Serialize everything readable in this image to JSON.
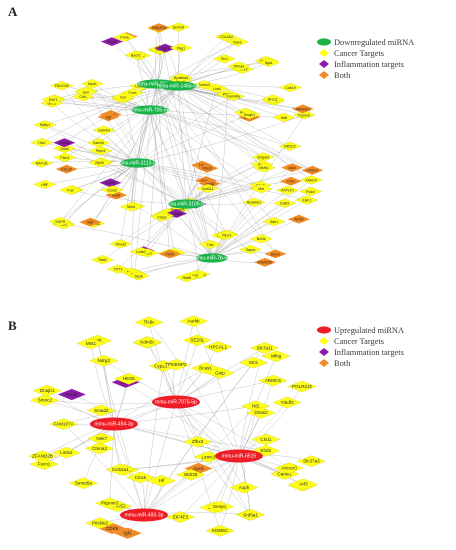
{
  "panel_a": {
    "label": "A",
    "legend": [
      {
        "shape": "ellipse",
        "color": "#19b34a",
        "text": "Downregulated  miRNA"
      },
      {
        "shape": "diamond",
        "color": "#ffff1a",
        "text": "Cancer Targets"
      },
      {
        "shape": "diamond",
        "color": "#8e1aa8",
        "text": "Inflammation targets"
      },
      {
        "shape": "diamond",
        "color": "#f08a24",
        "text": "Both"
      }
    ],
    "hubs": [
      "mmu-miR-200c-3p",
      "mmu-miR-146b-5p",
      "mmu-miR-705-5p",
      "mmu-miR-3113-5p",
      "mmu-miR-3105-5p",
      "mmu-miR-7b-5p"
    ],
    "nodes": [
      {
        "t": "Tle4",
        "k": "b"
      },
      {
        "t": "Prkcd",
        "k": "b"
      },
      {
        "t": "Ptpn1",
        "k": "b"
      },
      {
        "t": "Jarid2",
        "k": "b"
      },
      {
        "t": "Nuf311",
        "k": "c"
      },
      {
        "t": "Zik",
        "k": "c"
      },
      {
        "t": "Msh",
        "k": "i"
      },
      {
        "t": "Rapgef3",
        "k": "c"
      },
      {
        "t": "Famw1",
        "k": "c"
      },
      {
        "t": "Casp8",
        "k": "i"
      },
      {
        "t": "Zscan18",
        "k": "c"
      },
      {
        "t": "Crispl",
        "k": "c"
      },
      {
        "t": "Lgr6",
        "k": "c"
      },
      {
        "t": "Mnst",
        "k": "c"
      },
      {
        "t": "Bcl2l1",
        "k": "i"
      },
      {
        "t": "Sox6",
        "k": "b"
      },
      {
        "t": "Elovl2",
        "k": "c"
      },
      {
        "t": "Fbln1",
        "k": "c"
      },
      {
        "t": "Ptpn4",
        "k": "c"
      },
      {
        "t": "Zfp90",
        "k": "c"
      },
      {
        "t": "Gabrb3",
        "k": "c"
      },
      {
        "t": "Kdm2b",
        "k": "c"
      },
      {
        "t": "Ncoa1",
        "k": "b"
      },
      {
        "t": "Ogt",
        "k": "b"
      },
      {
        "t": "Fmr1",
        "k": "c"
      },
      {
        "t": "Sox7",
        "k": "c"
      },
      {
        "t": "Dcx",
        "k": "c"
      },
      {
        "t": "Ube2b",
        "k": "c"
      },
      {
        "t": "Celf1",
        "k": "c"
      },
      {
        "t": "Sorbs3",
        "k": "c"
      },
      {
        "t": "Rps6ka4",
        "k": "c"
      },
      {
        "t": "Lhx6",
        "k": "c"
      },
      {
        "t": "Ptk2b",
        "k": "c"
      },
      {
        "t": "Rlcs12",
        "k": "c"
      },
      {
        "t": "Bcl11b",
        "k": "b"
      },
      {
        "t": "Fam46a",
        "k": "c"
      },
      {
        "t": "Hmgb1",
        "k": "c"
      },
      {
        "t": "Pltd2",
        "k": "c"
      },
      {
        "t": "SOgat3",
        "k": "c"
      },
      {
        "t": "Mkfb1",
        "k": "c"
      },
      {
        "t": "Cbx2",
        "k": "c"
      },
      {
        "t": "Rps6kb1",
        "k": "c"
      },
      {
        "t": "Mnt",
        "k": "c"
      },
      {
        "t": "Lin28b",
        "k": "c"
      },
      {
        "t": "Fgf17",
        "k": "c"
      },
      {
        "t": "Ptpn3",
        "k": "c"
      },
      {
        "t": "Trdc",
        "k": "c"
      },
      {
        "t": "Pkd2",
        "k": "c"
      },
      {
        "t": "MAF1lib",
        "k": "c"
      },
      {
        "t": "Trinh",
        "k": "b"
      },
      {
        "t": "Bmp2",
        "k": "i"
      },
      {
        "t": "Vdx3",
        "k": "c"
      },
      {
        "t": "Lmtk2",
        "k": "c"
      },
      {
        "t": "Tmed2",
        "k": "c"
      },
      {
        "t": "Adamt6",
        "k": "c"
      },
      {
        "t": "Fal3",
        "k": "c"
      },
      {
        "t": "Maf",
        "k": "b"
      },
      {
        "t": "CCL22",
        "k": "b"
      },
      {
        "t": "Pa2",
        "k": "c"
      },
      {
        "t": "Ptch1",
        "k": "c"
      },
      {
        "t": "Gad4",
        "k": "c"
      },
      {
        "t": "Rmd4a",
        "k": "i"
      },
      {
        "t": "Crlf1",
        "k": "c"
      },
      {
        "t": "Ppm1a",
        "k": "c"
      },
      {
        "t": "Spn",
        "k": "c"
      },
      {
        "t": "Mpd1",
        "k": "c"
      },
      {
        "t": "Ank1b",
        "k": "c"
      },
      {
        "t": "Sp1",
        "k": "c"
      },
      {
        "t": "Bach2",
        "k": "c"
      },
      {
        "t": "Gsfe",
        "k": "c"
      },
      {
        "t": "Atg10",
        "k": "i"
      },
      {
        "t": "Pag1",
        "k": "c"
      },
      {
        "t": "Tec1",
        "k": "c"
      },
      {
        "t": "KLF12",
        "k": "c"
      },
      {
        "t": "Ptma4",
        "k": "c"
      },
      {
        "t": "Gpr6",
        "k": "c"
      },
      {
        "t": "Brcc3",
        "k": "c"
      },
      {
        "t": "NR1D2",
        "k": "c"
      },
      {
        "t": "Nall",
        "k": "c"
      },
      {
        "t": "ATP1F1",
        "k": "c"
      },
      {
        "t": "Apol",
        "k": "b"
      },
      {
        "t": "Crb2",
        "k": "b"
      },
      {
        "t": "Dab1",
        "k": "c"
      },
      {
        "t": "Ddi31",
        "k": "c"
      },
      {
        "t": "Bcl3e",
        "k": "c"
      },
      {
        "t": "Sapra",
        "k": "c"
      },
      {
        "t": "Cdk5rap",
        "k": "c"
      },
      {
        "t": "Lam1",
        "k": "c"
      },
      {
        "t": "Nfat5",
        "k": "c"
      },
      {
        "t": "Mybl2",
        "k": "c"
      },
      {
        "t": "Lag1",
        "k": "c"
      },
      {
        "t": "Ttad2",
        "k": "c"
      },
      {
        "t": "Tip3b",
        "k": "c"
      },
      {
        "t": "TP73",
        "k": "c"
      },
      {
        "t": "Gti1",
        "k": "c"
      },
      {
        "t": "Esr1",
        "k": "c"
      },
      {
        "t": "SDPR",
        "k": "c"
      },
      {
        "t": "HRF",
        "k": "c"
      },
      {
        "t": "RAP1B",
        "k": "c"
      },
      {
        "t": "Hlx2",
        "k": "c"
      },
      {
        "t": "Ndfip1",
        "k": "c"
      },
      {
        "t": "Oxnr",
        "k": "c"
      },
      {
        "t": "Gen2",
        "k": "c"
      },
      {
        "t": "EAF1",
        "k": "c"
      },
      {
        "t": "FBXO28",
        "k": "c"
      },
      {
        "t": "Cd33",
        "k": "b"
      },
      {
        "t": "Phda",
        "k": "c"
      },
      {
        "t": "Pdcd2",
        "k": "i"
      },
      {
        "t": "CSL14A1",
        "k": "c"
      },
      {
        "t": "DNAJC6",
        "k": "b"
      },
      {
        "t": "Dnmt3l",
        "k": "c"
      },
      {
        "t": "COL4A2",
        "k": "c"
      },
      {
        "t": "Nav2",
        "k": "c"
      },
      {
        "t": "Nup214",
        "k": "c"
      },
      {
        "t": "Itga1",
        "k": "c"
      },
      {
        "t": "Cdk19",
        "k": "c"
      },
      {
        "t": "Ppp1cb",
        "k": "c"
      },
      {
        "t": "ANKHD1",
        "k": "b"
      },
      {
        "t": "CASO1",
        "k": "b"
      },
      {
        "t": "FANCF",
        "k": "c"
      },
      {
        "t": "EAF1",
        "k": "c"
      },
      {
        "t": "ATG5",
        "k": "b"
      },
      {
        "t": "Pcdol",
        "k": "c"
      },
      {
        "t": "RAVER2",
        "k": "b"
      },
      {
        "t": "Dlev3",
        "k": "b"
      }
    ]
  },
  "panel_b": {
    "label": "B",
    "legend": [
      {
        "shape": "ellipse",
        "color": "#ee1c25",
        "text": "Upregulated  miRNA"
      },
      {
        "shape": "diamond",
        "color": "#ffff1a",
        "text": "Cancer Targets"
      },
      {
        "shape": "diamond",
        "color": "#8e1aa8",
        "text": "Inflammation targets"
      },
      {
        "shape": "diamond",
        "color": "#f08a24",
        "text": "Both"
      }
    ],
    "hubs": [
      "mmu-miR-7075-5p",
      "mmu-miR-494-3p",
      "mmu-miR-6515",
      "mmu-miR-493-3p"
    ],
    "nodes": [
      {
        "t": "Zfhx3",
        "k": "c"
      },
      {
        "t": "Lamc1",
        "k": "c"
      },
      {
        "t": "Apc5",
        "k": "b"
      },
      {
        "t": "Wdr26",
        "k": "c"
      },
      {
        "t": "Hif",
        "k": "c"
      },
      {
        "t": "Clock",
        "k": "c"
      },
      {
        "t": "Ptx1d1",
        "k": "c"
      },
      {
        "t": "Col15a1",
        "k": "c"
      },
      {
        "t": "Nek7",
        "k": "c"
      },
      {
        "t": "Ctnna2",
        "k": "c"
      },
      {
        "t": "Smad2",
        "k": "c"
      },
      {
        "t": "Arf3",
        "k": "i"
      },
      {
        "t": "HES6",
        "k": "c"
      },
      {
        "t": "Cyp26b1",
        "k": "c"
      },
      {
        "t": "TP53INP2",
        "k": "c"
      },
      {
        "t": "Bcas1",
        "k": "c"
      },
      {
        "t": "Gnip",
        "k": "c"
      },
      {
        "t": "Nf2",
        "k": "c"
      },
      {
        "t": "Dlras2",
        "k": "c"
      },
      {
        "t": "Chd1",
        "k": "c"
      },
      {
        "t": "Ehd2",
        "k": "c"
      },
      {
        "t": "Axph",
        "k": "c"
      },
      {
        "t": "Mbnl3",
        "k": "c"
      },
      {
        "t": "Senp1",
        "k": "c"
      },
      {
        "t": "EIF4E3",
        "k": "c"
      },
      {
        "t": "DIRAS2",
        "k": "c"
      },
      {
        "t": "Pitpnm3",
        "k": "c"
      },
      {
        "t": "Sema5a",
        "k": "c"
      },
      {
        "t": "Limk2",
        "k": "c"
      },
      {
        "t": "FAM107A",
        "k": "c"
      },
      {
        "t": "Kcnj6",
        "k": "i"
      },
      {
        "t": "Ndrg3",
        "k": "c"
      },
      {
        "t": "Dbn1",
        "k": "c"
      },
      {
        "t": "Kdm5c",
        "k": "c"
      },
      {
        "t": "HPCAL1",
        "k": "c"
      },
      {
        "t": "SEZ6L",
        "k": "c"
      },
      {
        "t": "Stn1",
        "k": "c"
      },
      {
        "t": "ARMC5",
        "k": "c"
      },
      {
        "t": "Ythdf2",
        "k": "c"
      },
      {
        "t": "Camk1",
        "k": "c"
      },
      {
        "t": "Armcx3",
        "k": "c"
      },
      {
        "t": "Ephb3",
        "k": "c"
      },
      {
        "t": "Srd5a1",
        "k": "c"
      },
      {
        "t": "KDM5C",
        "k": "c"
      },
      {
        "t": "Igf1",
        "k": "b"
      },
      {
        "t": "CDK6",
        "k": "b"
      },
      {
        "t": "Prickle2",
        "k": "c"
      },
      {
        "t": "ZFAND2B",
        "k": "c"
      },
      {
        "t": "Fscn1",
        "k": "c"
      },
      {
        "t": "Smoc2",
        "k": "c"
      },
      {
        "t": "Dnajb1",
        "k": "c"
      },
      {
        "t": "Ngfr",
        "k": "c"
      },
      {
        "t": "Mnt1",
        "k": "c"
      },
      {
        "t": "Tlc9c",
        "k": "c"
      },
      {
        "t": "Aurkb",
        "k": "c"
      },
      {
        "t": "Slc7a11",
        "k": "c"
      },
      {
        "t": "Mfng",
        "k": "c"
      },
      {
        "t": "POLR2J2",
        "k": "c"
      },
      {
        "t": "Slc37a3",
        "k": "c"
      },
      {
        "t": "Gga1",
        "k": "c"
      },
      {
        "t": "Arf3",
        "k": "c"
      }
    ]
  },
  "colors": {
    "cancer": "#ffff1a",
    "inflammation": "#8e1aa8",
    "both": "#f08a24",
    "down": "#19b34a",
    "up": "#ee1c25",
    "edge": "#8c8c8c",
    "node_stroke": "#c8c800"
  }
}
